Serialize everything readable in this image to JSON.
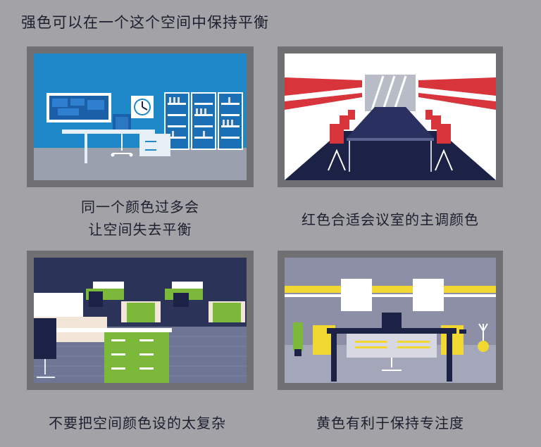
{
  "title": "强色可以在一个这个空间中保持平衡",
  "panels": [
    {
      "scene": "blue-office",
      "caption_lines": [
        "同一个颜色过多会",
        "让空间失去平衡"
      ]
    },
    {
      "scene": "red-meeting-room",
      "caption_lines": [
        "红色合适会议室的主调颜色"
      ]
    },
    {
      "scene": "multi-color-office",
      "caption_lines": [
        "不要把空间颜色设的太复杂"
      ]
    },
    {
      "scene": "yellow-office",
      "caption_lines": [
        "黄色有利于保持专注度"
      ]
    }
  ],
  "colors": {
    "background": "#a3a3a7",
    "frame": "#707072",
    "blue": "#1e88c8",
    "red": "#d8343c",
    "green": "#7cb83a",
    "yellow": "#f0d732",
    "navy": "#1c2246"
  }
}
